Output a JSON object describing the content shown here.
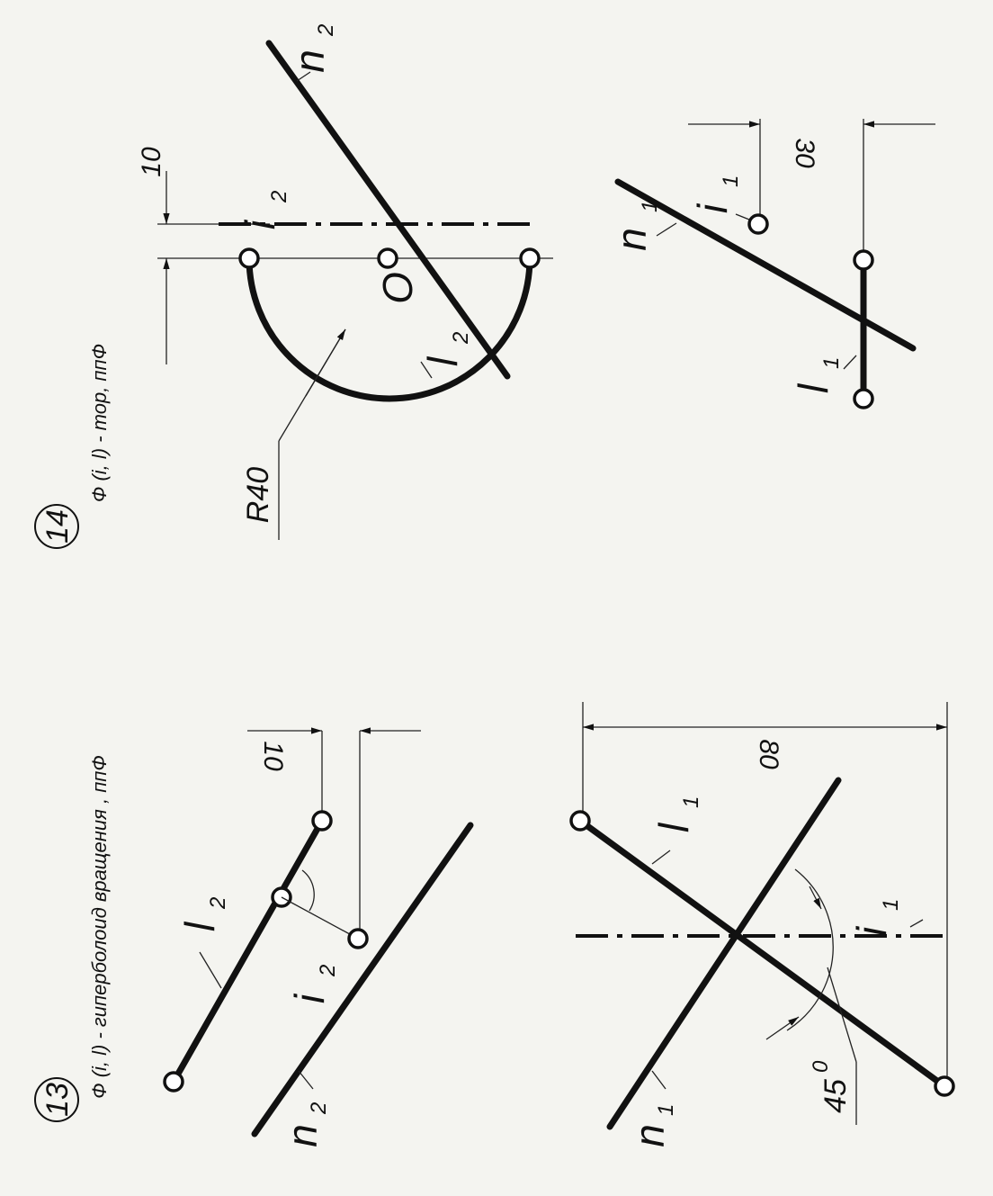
{
  "problem13": {
    "number": "13",
    "caption": "Ф (i, l) - гиперболоид вращения , ппФ",
    "front": {
      "l": "l",
      "l_sub": "2",
      "i": "i",
      "i_sub": "2",
      "n": "n",
      "n_sub": "2"
    },
    "top": {
      "l": "l",
      "l_sub": "1",
      "i": "i",
      "i_sub": "1",
      "n": "n",
      "n_sub": "1"
    },
    "dim_10": "10",
    "dim_80": "80",
    "angle": "45",
    "angle_deg": "0"
  },
  "problem14": {
    "number": "14",
    "caption": "Ф (i, l) - тор, ппФ",
    "front": {
      "i": "i",
      "i_sub": "2",
      "n": "n",
      "n_sub": "2",
      "l": "l",
      "l_sub": "2",
      "center": "O"
    },
    "top": {
      "n": "n",
      "n_sub": "1",
      "i": "i",
      "i_sub": "1",
      "l": "l",
      "l_sub": "1"
    },
    "radius": "R40",
    "dim_10": "10",
    "dim_30": "30"
  }
}
